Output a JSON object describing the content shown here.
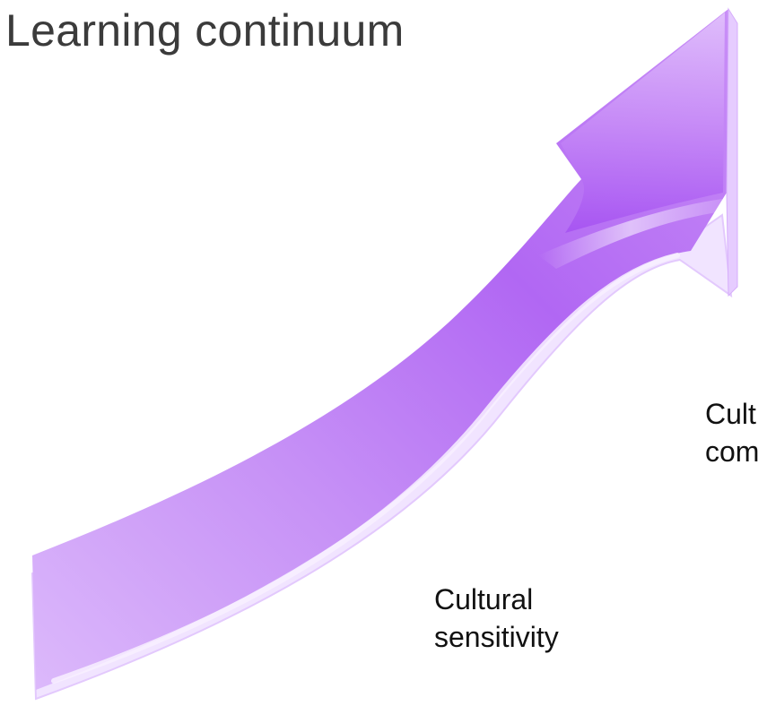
{
  "slide": {
    "title": "Learning continuum"
  },
  "labels": {
    "sensitivity": {
      "line1": "Cultural",
      "line2": "sensitivity"
    },
    "competence": {
      "line1": "Cult",
      "line2": "com"
    }
  },
  "arrow": {
    "icon": "curved-upward-arrow-icon",
    "colors": {
      "base": "#c58cf5",
      "light": "#e9d4ff",
      "dark": "#9a3ef0",
      "edge": "#f3e8ff"
    }
  }
}
